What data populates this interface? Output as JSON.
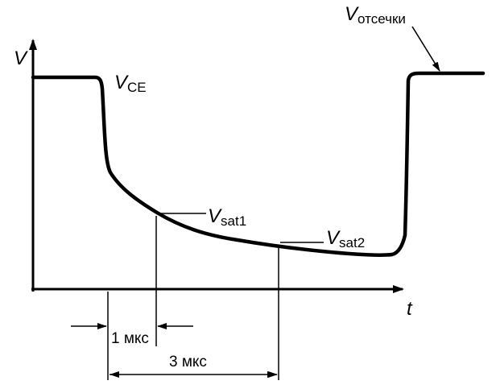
{
  "axes": {
    "y_label": "V",
    "x_label": "t"
  },
  "curve": {
    "label_main": "V",
    "label_sub": "CE"
  },
  "annotations": {
    "cutoff": {
      "main": "V",
      "sub": "отсечки"
    },
    "sat1": {
      "main": "V",
      "sub": "sat1"
    },
    "sat2": {
      "main": "V",
      "sub": "sat2"
    }
  },
  "dimensions": {
    "d1": "1 мкс",
    "d3": "3 мкс"
  },
  "colors": {
    "ink": "#000000",
    "background": "#ffffff"
  }
}
